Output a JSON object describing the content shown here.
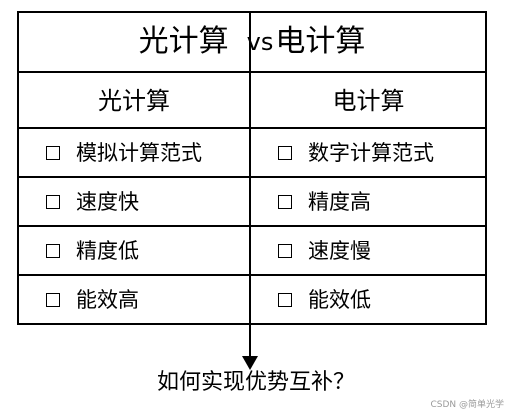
{
  "title": {
    "left": "光计算",
    "vs": "vs",
    "right": "电计算"
  },
  "headers": {
    "left": "光计算",
    "right": "电计算"
  },
  "rows": [
    {
      "left": "模拟计算范式",
      "right": "数字计算范式"
    },
    {
      "left": "速度快",
      "right": "精度高"
    },
    {
      "left": "精度低",
      "right": "速度慢"
    },
    {
      "left": "能效高",
      "right": "能效低"
    }
  ],
  "question": "如何实现优势互补？",
  "watermark": "CSDN @简单光学"
}
